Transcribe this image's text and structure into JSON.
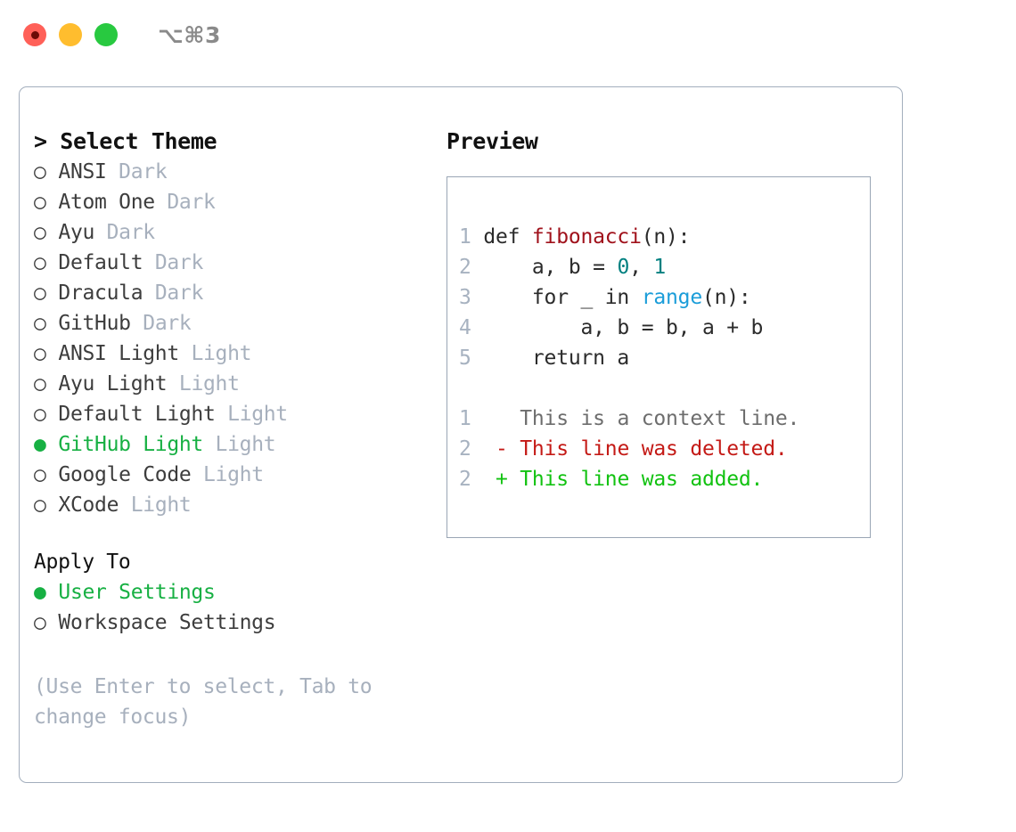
{
  "titlebar": {
    "dots": [
      {
        "name": "close-dot",
        "color": "#ff6058"
      },
      {
        "name": "minimize-dot",
        "color": "#ffbd2e"
      },
      {
        "name": "maximize-dot",
        "color": "#28c940"
      }
    ],
    "shortcut": "⌥⌘3"
  },
  "theme_panel": {
    "header": "> Select Theme",
    "items": [
      {
        "marker": "○",
        "label": "ANSI",
        "variant": "Dark",
        "selected": false
      },
      {
        "marker": "○",
        "label": "Atom One",
        "variant": "Dark",
        "selected": false
      },
      {
        "marker": "○",
        "label": "Ayu",
        "variant": "Dark",
        "selected": false
      },
      {
        "marker": "○",
        "label": "Default",
        "variant": "Dark",
        "selected": false
      },
      {
        "marker": "○",
        "label": "Dracula",
        "variant": "Dark",
        "selected": false
      },
      {
        "marker": "○",
        "label": "GitHub",
        "variant": "Dark",
        "selected": false
      },
      {
        "marker": "○",
        "label": "ANSI Light",
        "variant": "Light",
        "selected": false
      },
      {
        "marker": "○",
        "label": "Ayu Light",
        "variant": "Light",
        "selected": false
      },
      {
        "marker": "○",
        "label": "Default Light",
        "variant": "Light",
        "selected": false
      },
      {
        "marker": "●",
        "label": "GitHub Light",
        "variant": "Light",
        "selected": true
      },
      {
        "marker": "○",
        "label": "Google Code",
        "variant": "Light",
        "selected": false
      },
      {
        "marker": "○",
        "label": "XCode",
        "variant": "Light",
        "selected": false
      }
    ]
  },
  "apply_to": {
    "header": "Apply To",
    "options": [
      {
        "marker": "●",
        "label": "User Settings",
        "selected": true
      },
      {
        "marker": "○",
        "label": "Workspace Settings",
        "selected": false
      }
    ]
  },
  "hint": "(Use Enter to select, Tab to change focus)",
  "preview": {
    "header": "Preview",
    "code_lines": [
      {
        "no": "1",
        "indent": "",
        "tokens": [
          {
            "text": "def ",
            "type": "plain"
          },
          {
            "text": "fibonacci",
            "type": "fn"
          },
          {
            "text": "(n):",
            "type": "plain"
          }
        ]
      },
      {
        "no": "2",
        "indent": "    ",
        "tokens": [
          {
            "text": "a, b = ",
            "type": "plain"
          },
          {
            "text": "0",
            "type": "num"
          },
          {
            "text": ", ",
            "type": "plain"
          },
          {
            "text": "1",
            "type": "num"
          }
        ]
      },
      {
        "no": "3",
        "indent": "    ",
        "tokens": [
          {
            "text": "for _ in ",
            "type": "plain"
          },
          {
            "text": "range",
            "type": "call"
          },
          {
            "text": "(n):",
            "type": "plain"
          }
        ]
      },
      {
        "no": "4",
        "indent": "        ",
        "tokens": [
          {
            "text": "a, b = b, a + b",
            "type": "plain"
          }
        ]
      },
      {
        "no": "5",
        "indent": "    ",
        "tokens": [
          {
            "text": "return a",
            "type": "plain"
          }
        ]
      }
    ],
    "diff_lines": [
      {
        "no": "1",
        "sign": " ",
        "text": "This is a context line.",
        "kind": "ctx"
      },
      {
        "no": "2",
        "sign": "-",
        "text": "This line was deleted.",
        "kind": "del"
      },
      {
        "no": "2",
        "sign": "+",
        "text": "This line was added.",
        "kind": "add"
      }
    ]
  },
  "colors": {
    "accent_green": "#17b043",
    "muted": "#a7b0bd",
    "border": "#a3aebd",
    "fn_red": "#a0111b",
    "num_teal": "#008080",
    "call_blue": "#1b9dd9",
    "diff_del": "#c41a16",
    "diff_add": "#12c211"
  }
}
